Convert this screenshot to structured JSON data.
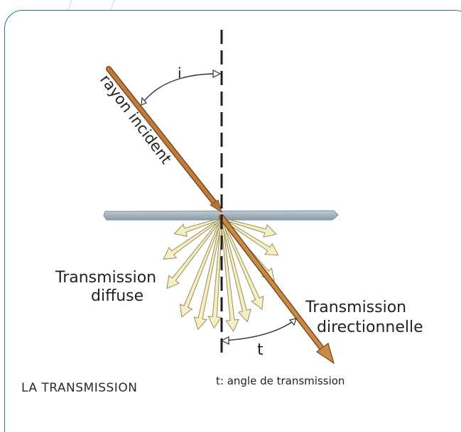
{
  "diagram": {
    "angle_incidence": "i",
    "incident_ray_label": "rayon incident",
    "diffuse_label_line1": "Transmission",
    "diffuse_label_line2": "diffuse",
    "directional_label_line1": "Transmission",
    "directional_label_line2": "directionnelle",
    "angle_transmission": "t",
    "caption": "t: angle de transmission",
    "title": "LA TRANSMISSION"
  },
  "colors": {
    "frame": "#2f6f88",
    "ray": "#b9763a",
    "ray_dark": "#7a4a1e",
    "diffuse_fill": "#f6efc4",
    "diffuse_stroke": "#9a8e5c",
    "plate": "#a9b7c2",
    "plate_dark": "#7e8f9c",
    "normal": "#1e1e1e"
  }
}
